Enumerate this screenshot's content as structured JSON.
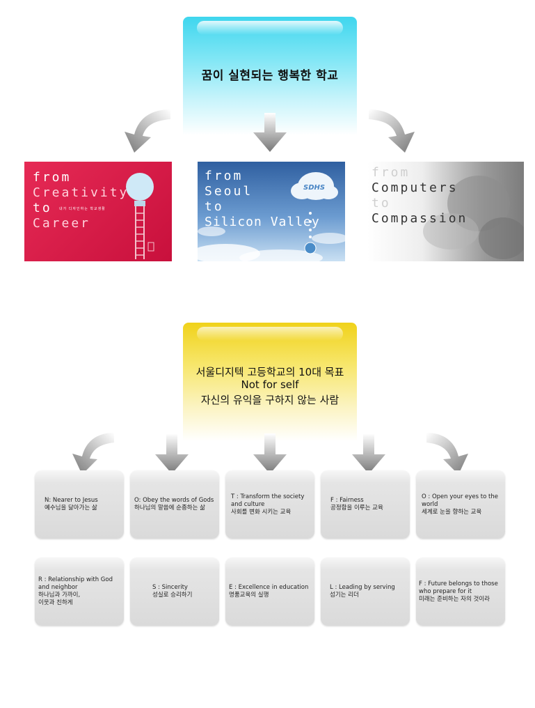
{
  "top_goal": {
    "title": "꿈이 실현되는 행복한 학교"
  },
  "panels": [
    {
      "lines": [
        "from",
        "Creativity",
        "to",
        "Career"
      ],
      "subtitle": "내가 디자인하는 학교생활"
    },
    {
      "lines": [
        "from",
        "Seoul",
        "to",
        "Silicon Valley"
      ],
      "badge": "SDHS"
    },
    {
      "lines": [
        "from",
        "Computers",
        "to",
        "Compassion"
      ]
    }
  ],
  "middle_goal": {
    "line1": "서울디지텍 고등학교의 10대 목표",
    "line2": "Not for self",
    "line3": "자신의 유익을 구하지 않는 사람"
  },
  "goals_row1": [
    {
      "en": "N: Nearer to Jesus",
      "ko": "예수님을 닮아가는 삶"
    },
    {
      "en": "O: Obey the words of Gods",
      "ko": "하나님의 말씀에 순종하는 삶"
    },
    {
      "en": "T : Transform the society and culture",
      "ko": "사회를 변화 시키는 교육"
    },
    {
      "en": "F : Fairness",
      "ko": "공정함을 이루는 교육"
    },
    {
      "en": "O : Open your eyes to the world",
      "ko": "세계로 눈을 향하는 교육"
    }
  ],
  "goals_row2": [
    {
      "en": "R : Relationship with God and neighbor",
      "ko": "하나님과 가까이,\n이웃과 친하게"
    },
    {
      "en": "S : Sincerity",
      "ko": "성실로 승리하기"
    },
    {
      "en": "E : Excellence in education",
      "ko": "명품교육의 실행"
    },
    {
      "en": "L : Leading by serving",
      "ko": "섬기는 리더"
    },
    {
      "en": "F : Future belongs to those who prepare for it",
      "ko": "미래는 준비하는 자의 것이라"
    }
  ],
  "colors": {
    "cyan": "#3fd6ee",
    "yellow": "#f0d21a",
    "red": "#d81a48",
    "gray_card": "#dadada"
  }
}
